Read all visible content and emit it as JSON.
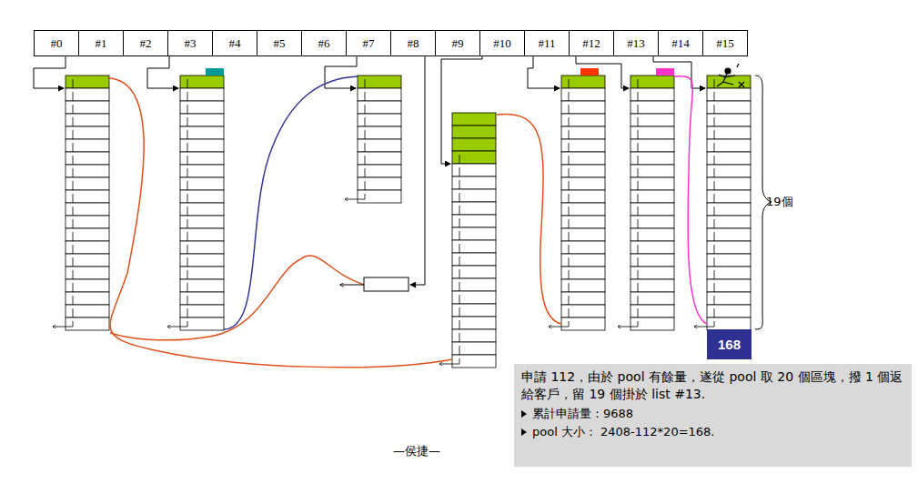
{
  "diagram": {
    "nodes": [
      {
        "text": [
          "#0"
        ]
      },
      {
        "text": [
          "#1"
        ]
      },
      {
        "text": [
          "#2"
        ]
      },
      {
        "text": [
          "#3"
        ]
      },
      {
        "text": [
          "#4"
        ]
      },
      {
        "text": [
          "#5"
        ]
      },
      {
        "text": [
          "#6"
        ]
      },
      {
        "text": [
          "#7"
        ]
      },
      {
        "text": [
          "#8"
        ]
      },
      {
        "text": [
          "#9"
        ]
      },
      {
        "text": [
          "#10"
        ]
      },
      {
        "text": [
          "#11"
        ]
      },
      {
        "text": [
          "#12"
        ]
      },
      {
        "text": [
          "#13"
        ]
      },
      {
        "text": [
          "#14"
        ]
      },
      {
        "text": [
          "#15"
        ]
      },
      {
        "text": [
          "168"
        ]
      },
      {
        "text": [
          "申請 112，由於 pool 有餘量，遂從 pool 取 20 個區塊，撥 1 個返給客戶，留 19 個掛於 list #13.",
          "累計申請量：9688",
          "pool 大小： 2408-112*20=168."
        ]
      }
    ],
    "labels": [
      "19個",
      "—侯捷—"
    ]
  }
}
